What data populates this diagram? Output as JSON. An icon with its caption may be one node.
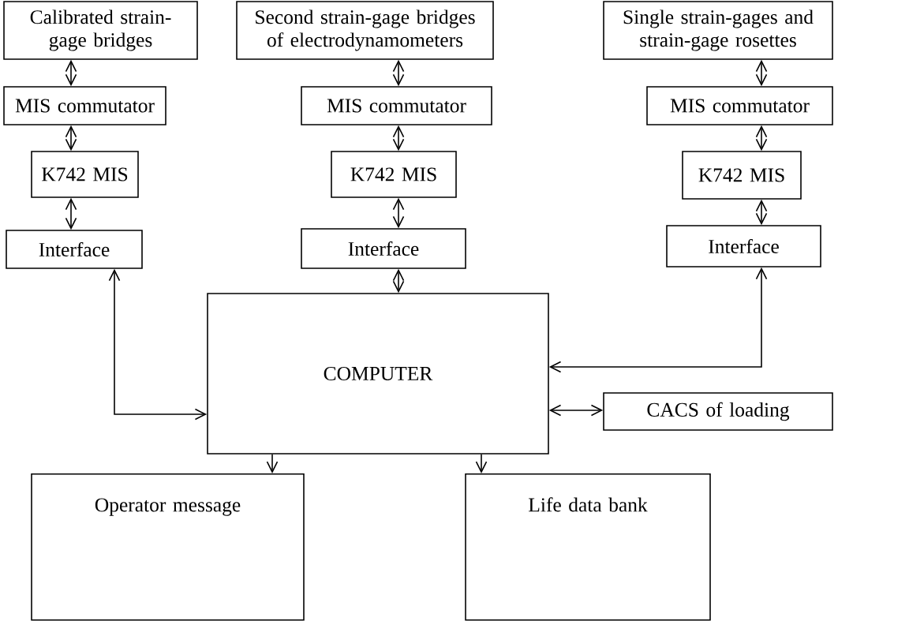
{
  "diagram": {
    "nodes": [
      {
        "text": [
          "Calibrated strain-gage bridges"
        ]
      },
      {
        "text": [
          "Second strain-gage bridges of electrodynamometers"
        ]
      },
      {
        "text": [
          "Single strain-gages and strain-gage rosettes"
        ]
      },
      {
        "text": [
          "MIS commutator"
        ]
      },
      {
        "text": [
          "MIS commutator"
        ]
      },
      {
        "text": [
          "MIS commutator"
        ]
      },
      {
        "text": [
          "K742 MIS"
        ]
      },
      {
        "text": [
          "K742 MIS"
        ]
      },
      {
        "text": [
          "K742 MIS"
        ]
      },
      {
        "text": [
          "Interface"
        ]
      },
      {
        "text": [
          "Interface"
        ]
      },
      {
        "text": [
          "Interface"
        ]
      },
      {
        "text": [
          "COMPUTER"
        ]
      },
      {
        "text": [
          "CACS of loading"
        ]
      },
      {
        "text": [
          "Operator message"
        ]
      },
      {
        "text": [
          "Life data bank"
        ]
      }
    ],
    "edges": [
      {
        "from": 0,
        "to": 3,
        "arrow": "both"
      },
      {
        "from": 3,
        "to": 6,
        "arrow": "both"
      },
      {
        "from": 6,
        "to": 9,
        "arrow": "both"
      },
      {
        "from": 9,
        "to": 12,
        "arrow": "both"
      },
      {
        "from": 1,
        "to": 4,
        "arrow": "both"
      },
      {
        "from": 4,
        "to": 7,
        "arrow": "both"
      },
      {
        "from": 7,
        "to": 10,
        "arrow": "both"
      },
      {
        "from": 10,
        "to": 12,
        "arrow": "both"
      },
      {
        "from": 2,
        "to": 5,
        "arrow": "both"
      },
      {
        "from": 5,
        "to": 8,
        "arrow": "both"
      },
      {
        "from": 8,
        "to": 11,
        "arrow": "both"
      },
      {
        "from": 11,
        "to": 12,
        "arrow": "both"
      },
      {
        "from": 12,
        "to": 13,
        "arrow": "both"
      },
      {
        "from": 12,
        "to": 14,
        "arrow": "to"
      },
      {
        "from": 12,
        "to": 15,
        "arrow": "to"
      }
    ]
  }
}
